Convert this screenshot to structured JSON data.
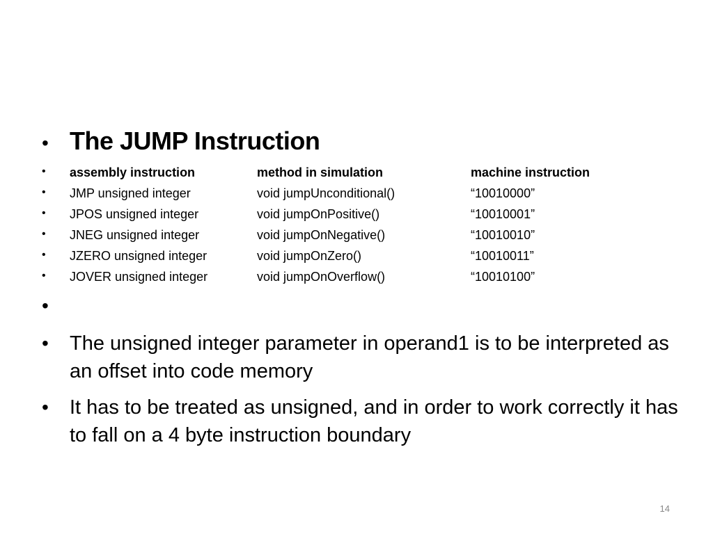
{
  "slide": {
    "bullet_glyph": "•",
    "heading": "The JUMP Instruction",
    "table": {
      "headers": [
        "assembly instruction",
        "method in simulation",
        "machine instruction"
      ],
      "rows": [
        [
          "JMP unsigned integer",
          "void jumpUnconditional()",
          "“10010000”"
        ],
        [
          "JPOS unsigned integer",
          "void jumpOnPositive()",
          "“10010001”"
        ],
        [
          "JNEG unsigned integer",
          "void jumpOnNegative()",
          "“10010010”"
        ],
        [
          "JZERO unsigned integer",
          "void jumpOnZero()",
          "“10010011”"
        ],
        [
          "JOVER unsigned integer",
          "void jumpOnOverflow()",
          "“10010100”"
        ]
      ]
    },
    "empty_bullet": "",
    "paragraphs": [
      "The unsigned integer parameter in operand1 is to be interpreted as an offset into code memory",
      "It has to be treated as unsigned, and in order to work correctly it has to fall on a 4 byte instruction boundary"
    ],
    "page_number": "14"
  }
}
